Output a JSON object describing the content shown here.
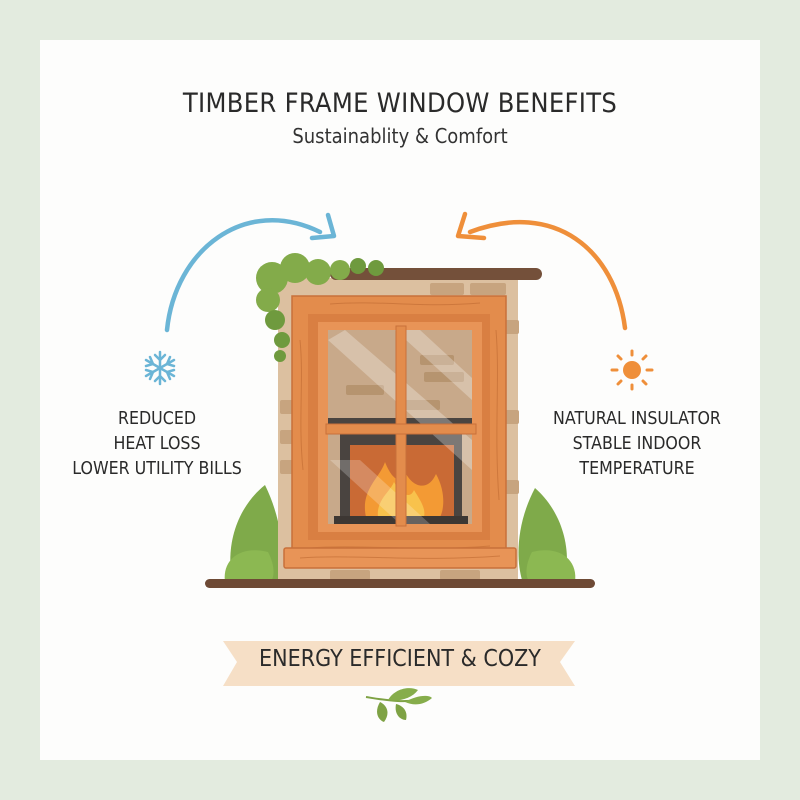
{
  "header": {
    "title": "TIMBER FRAME WINDOW BENEFITS",
    "subtitle": "Sustainablity & Comfort"
  },
  "left_panel": {
    "icon": "snowflake-icon",
    "lines": [
      "REDUCED",
      "HEAT LOSS",
      "LOWER UTILITY BILLS"
    ],
    "arrow_color": "#6bb5d6"
  },
  "right_panel": {
    "icon": "sun-icon",
    "lines": [
      "NATURAL INSULATOR",
      "STABLE INDOOR",
      "TEMPERATURE"
    ],
    "arrow_color": "#ef8f3a"
  },
  "illustration": {
    "subject": "timber-window-with-fireplace",
    "frame_color": "#e38c4c",
    "wall_color": "#dcc0a0",
    "foliage_color": "#86ad4b",
    "ground_color": "#6e4a35"
  },
  "banner": {
    "label": "ENERGY EFFICIENT & COZY",
    "color": "#f6dfc6",
    "icon": "leaf-sprig-icon"
  },
  "colors": {
    "background": "#e3ebdf",
    "card": "#fdfdfc",
    "text": "#2a2a2a"
  }
}
